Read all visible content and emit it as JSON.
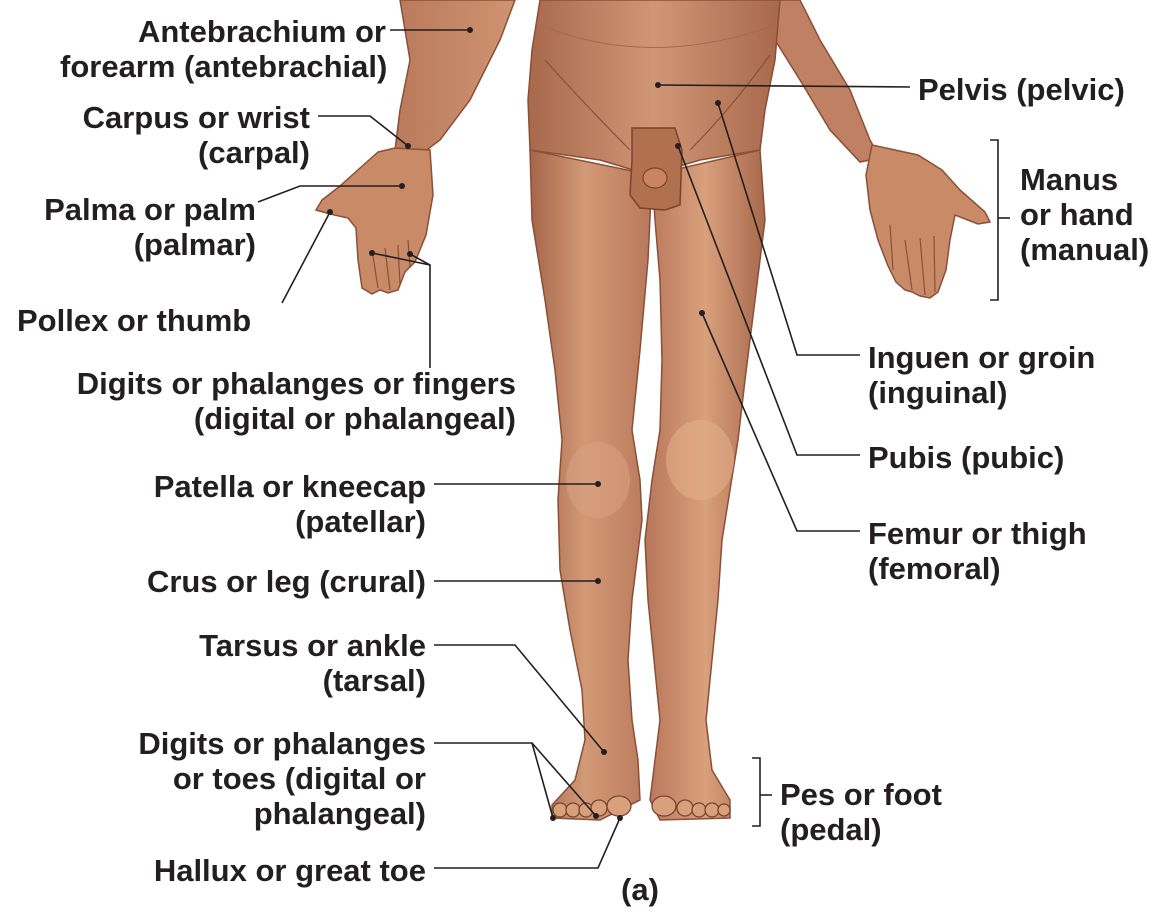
{
  "colors": {
    "skin": "#c98a67",
    "skin_shadow": "#a0614a",
    "skin_highlight": "#e3ab88",
    "leader_line": "#231f20",
    "text": "#231f20"
  },
  "labels": {
    "antebrachium": [
      "Antebrachium or",
      "forearm (antebrachial)"
    ],
    "carpus": [
      "Carpus or wrist",
      "(carpal)"
    ],
    "palma": [
      "Palma or palm",
      "(palmar)"
    ],
    "pollex": [
      "Pollex or thumb"
    ],
    "digits_hand": [
      "Digits or phalanges or fingers",
      "(digital or phalangeal)"
    ],
    "patella": [
      "Patella or kneecap",
      "(patellar)"
    ],
    "crus": [
      "Crus or leg (crural)"
    ],
    "tarsus": [
      "Tarsus or ankle",
      "(tarsal)"
    ],
    "digits_foot": [
      "Digits or phalanges",
      "or toes (digital or",
      "phalangeal)"
    ],
    "hallux": [
      "Hallux or great toe"
    ],
    "pelvis": [
      "Pelvis (pelvic)"
    ],
    "manus": [
      "Manus",
      "or hand",
      "(manual)"
    ],
    "inguen": [
      "Inguen or groin",
      "(inguinal)"
    ],
    "pubis": [
      "Pubis (pubic)"
    ],
    "femur": [
      "Femur or thigh",
      "(femoral)"
    ],
    "pes": [
      "Pes or foot",
      "(pedal)"
    ]
  },
  "caption": "(a)"
}
